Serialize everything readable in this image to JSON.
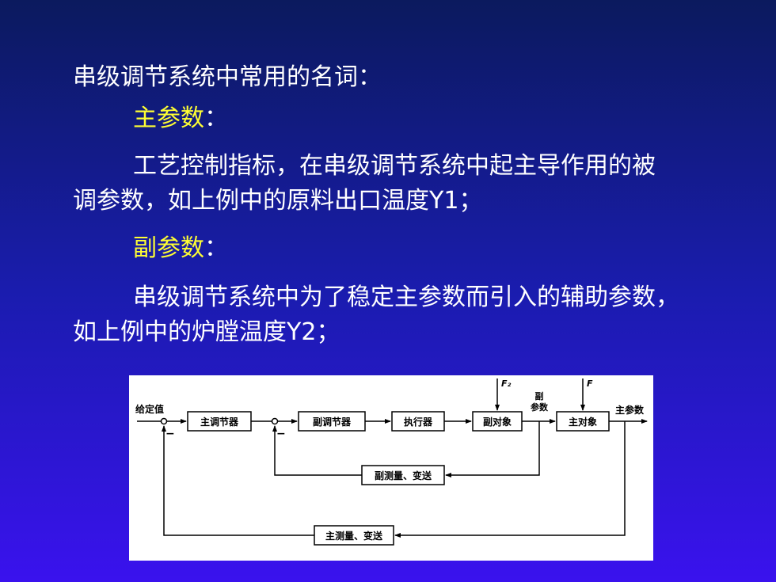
{
  "heading": "串级调节系统中常用的名词：",
  "term1": {
    "label": "主参数",
    "colon": "："
  },
  "def1": {
    "line1": "工艺控制指标，在串级调节系统中起主导作用的被",
    "line2": "调参数，如上例中的原料出口温度Y1；"
  },
  "term2": {
    "label": "副参数",
    "colon": "："
  },
  "def2": {
    "line1": "串级调节系统中为了稳定主参数而引入的辅助参数，",
    "line2": "如上例中的炉膛温度Y2；"
  },
  "diagram": {
    "setpoint": "给定值",
    "main_controller": "主调节器",
    "secondary_controller": "副调节器",
    "actuator": "执行器",
    "secondary_object": "副对象",
    "main_object": "主对象",
    "secondary_param_1": "副",
    "secondary_param_2": "参数",
    "main_param": "主参数",
    "secondary_measure": "副测量、变送",
    "main_measure": "主测量、变送",
    "disturbance_secondary": "F₂",
    "disturbance_main": "F",
    "minus_sign": "−"
  }
}
